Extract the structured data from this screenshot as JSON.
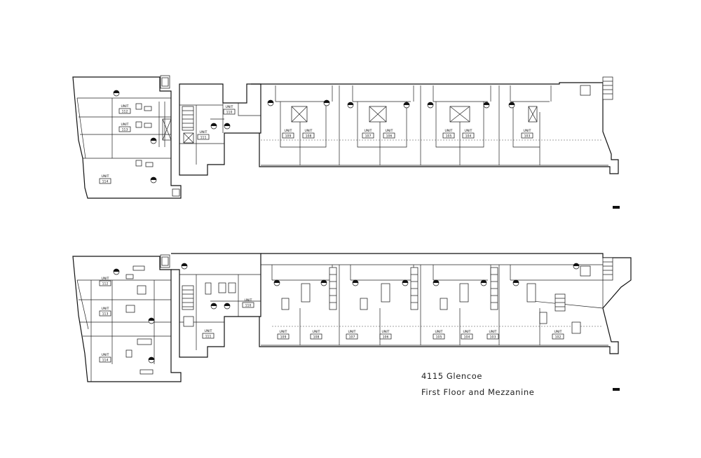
{
  "captions": {
    "address": "4115 Glencoe",
    "level": "First Floor and Mezzanine"
  },
  "unit_word": "UNIT",
  "plans": [
    {
      "name": "upper-plan",
      "tags": [
        {
          "num": "112"
        },
        {
          "num": "113"
        },
        {
          "num": "114"
        },
        {
          "num": "110"
        },
        {
          "num": "111"
        },
        {
          "num": "109"
        },
        {
          "num": "108"
        },
        {
          "num": "107"
        },
        {
          "num": "106"
        },
        {
          "num": "105"
        },
        {
          "num": "104"
        },
        {
          "num": "103"
        }
      ]
    },
    {
      "name": "lower-plan",
      "tags": [
        {
          "num": "112"
        },
        {
          "num": "113"
        },
        {
          "num": "114"
        },
        {
          "num": "110"
        },
        {
          "num": "111"
        },
        {
          "num": "109"
        },
        {
          "num": "108"
        },
        {
          "num": "107"
        },
        {
          "num": "106"
        },
        {
          "num": "105"
        },
        {
          "num": "104"
        },
        {
          "num": "103"
        },
        {
          "num": "102"
        }
      ]
    }
  ],
  "colors": {
    "line": "#111111",
    "background": "#ffffff"
  }
}
